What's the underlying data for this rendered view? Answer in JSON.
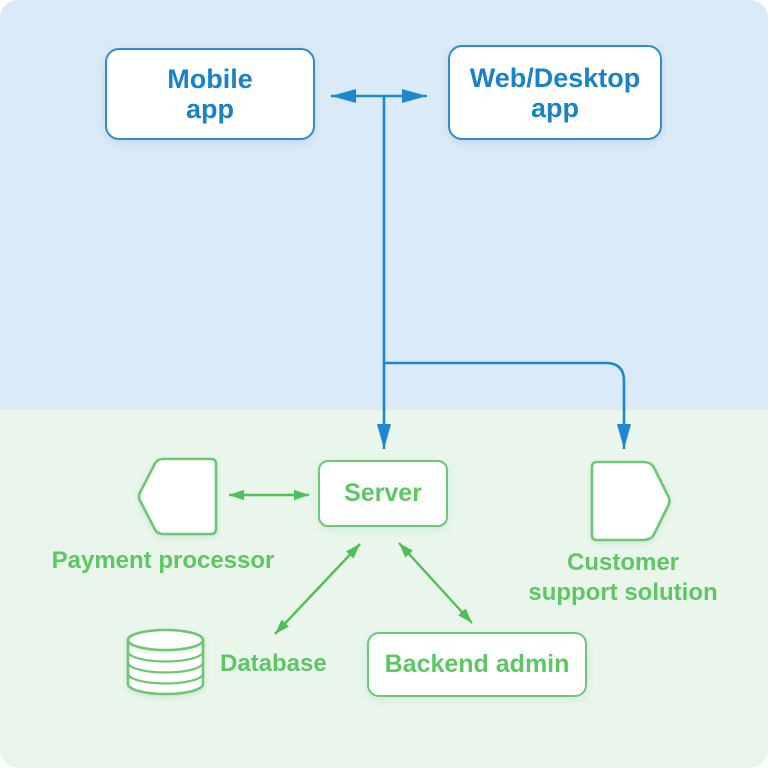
{
  "colors": {
    "frontend_bg": "#dbeaf7",
    "backend_bg": "#eaf6ec",
    "blue_accent": "#1e87d1",
    "blue_border": "#2e8ecd",
    "blue_text": "#1a82c6",
    "green_accent": "#4fc059",
    "green_border": "#6ec776",
    "green_text": "#5cc763",
    "node_fill": "#ffffff"
  },
  "nodes": {
    "mobile_app": {
      "lines": [
        "Mobile",
        "app"
      ]
    },
    "web_desktop_app": {
      "lines": [
        "Web/Desktop",
        "app"
      ]
    },
    "server": {
      "label": "Server"
    },
    "payment_processor": {
      "label": "Payment processor"
    },
    "customer_support": {
      "lines": [
        "Customer",
        "support solution"
      ]
    },
    "database": {
      "label": "Database"
    },
    "backend_admin": {
      "label": "Backend admin"
    }
  },
  "icons": {
    "payment_processor": "pentagon-left-icon",
    "customer_support": "pentagon-right-icon",
    "database": "database-cylinder-icon"
  },
  "connections": [
    {
      "from": "mobile_app",
      "to": "web_desktop_app",
      "style": "double-arrow",
      "color": "blue"
    },
    {
      "from": "apps",
      "to": "server",
      "style": "arrow",
      "color": "blue"
    },
    {
      "from": "apps",
      "to": "customer_support",
      "style": "arrow",
      "color": "blue"
    },
    {
      "from": "payment_processor",
      "to": "server",
      "style": "double-arrow",
      "color": "green"
    },
    {
      "from": "server",
      "to": "database",
      "style": "double-arrow",
      "color": "green"
    },
    {
      "from": "server",
      "to": "backend_admin",
      "style": "double-arrow",
      "color": "green"
    }
  ]
}
